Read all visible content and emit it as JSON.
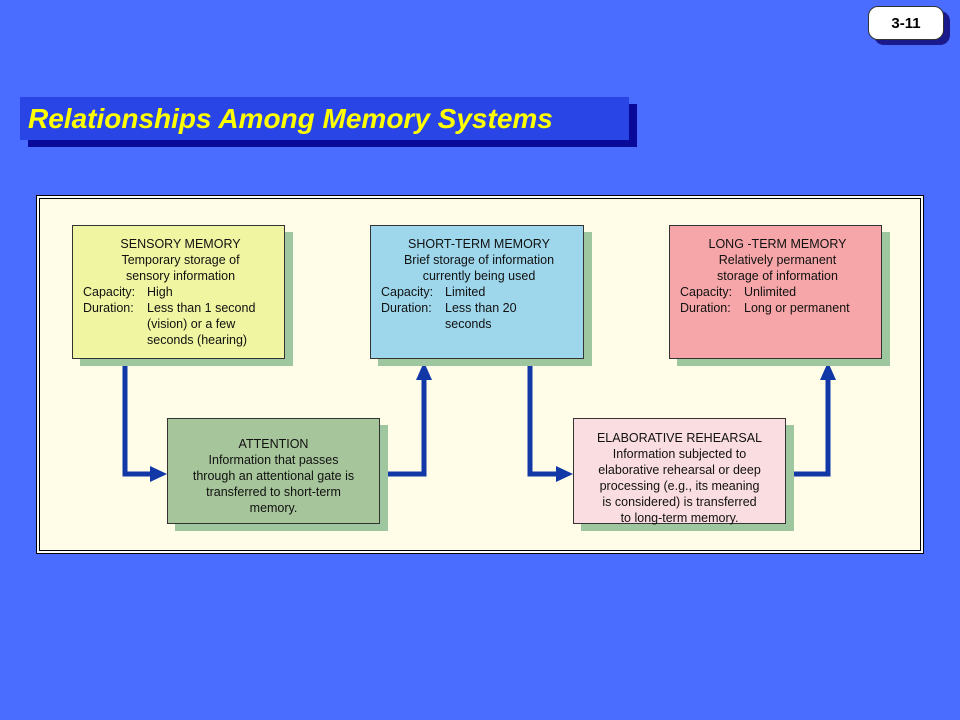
{
  "slide_number": "3-11",
  "title": "Relationships Among Memory Systems",
  "boxes": {
    "sensory": {
      "title": "SENSORY MEMORY",
      "description": [
        "Temporary storage of",
        "sensory information"
      ],
      "capacity_label": "Capacity:",
      "capacity_value": "High",
      "duration_label": "Duration:",
      "duration_value": [
        "Less than 1 second",
        "(vision) or a few",
        "seconds (hearing)"
      ],
      "color": "#eff5a0"
    },
    "short_term": {
      "title": "SHORT-TERM MEMORY",
      "description": [
        "Brief storage of information",
        "currently being used"
      ],
      "capacity_label": "Capacity:",
      "capacity_value": "Limited",
      "duration_label": "Duration:",
      "duration_value": [
        "Less than 20",
        "seconds"
      ],
      "color": "#9ed7eb"
    },
    "long_term": {
      "title": "LONG -TERM MEMORY",
      "description": [
        "Relatively permanent",
        "storage of information"
      ],
      "capacity_label": "Capacity:",
      "capacity_value": "Unlimited",
      "duration_label": "Duration:",
      "duration_value": [
        "Long or permanent"
      ],
      "color": "#f6a6a8"
    },
    "attention": {
      "title": "ATTENTION",
      "description": [
        "Information that passes",
        "through an attentional gate is",
        "transferred to short-term",
        "memory."
      ],
      "color": "#a6c59a"
    },
    "elaborative": {
      "title": "ELABORATIVE REHEARSAL",
      "description": [
        "Information subjected to",
        "elaborative rehearsal or deep",
        "processing (e.g., its meaning",
        "is considered) is transferred",
        "to long-term memory."
      ],
      "color": "#fadde0"
    }
  },
  "colors": {
    "background": "#4a6cff",
    "title_text": "#ffff00",
    "arrow": "#1238a8"
  }
}
